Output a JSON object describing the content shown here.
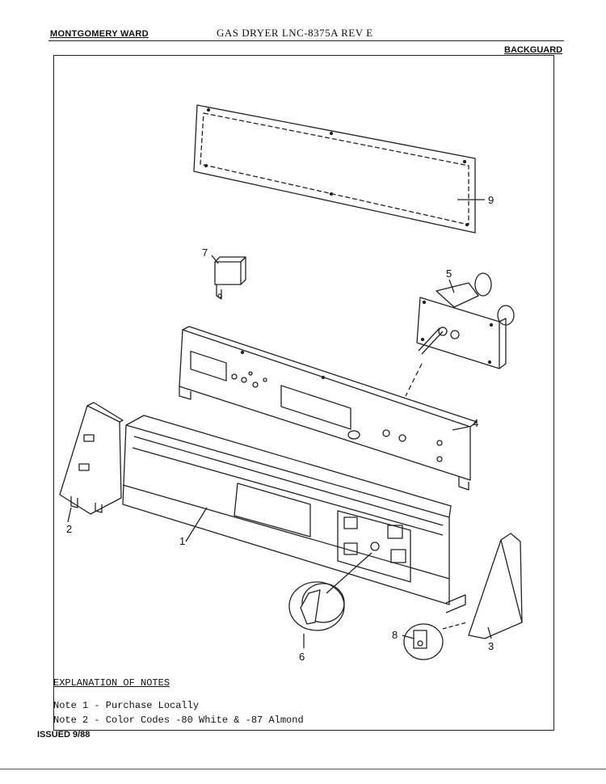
{
  "header": {
    "brand": "MONTGOMERY WARD",
    "title": "GAS DRYER  LNC-8375A REV E",
    "section": "BACKGUARD"
  },
  "callouts": {
    "c1": "1",
    "c2": "2",
    "c3": "3",
    "c4": "4",
    "c5": "5",
    "c6": "6",
    "c7": "7",
    "c8": "8",
    "c9": "9"
  },
  "notes": {
    "heading": "EXPLANATION OF NOTES",
    "note1": "Note 1 - Purchase Locally",
    "note2": "Note 2 - Color Codes -80 White & -87 Almond"
  },
  "footer": {
    "issued": "ISSUED 9/88"
  }
}
